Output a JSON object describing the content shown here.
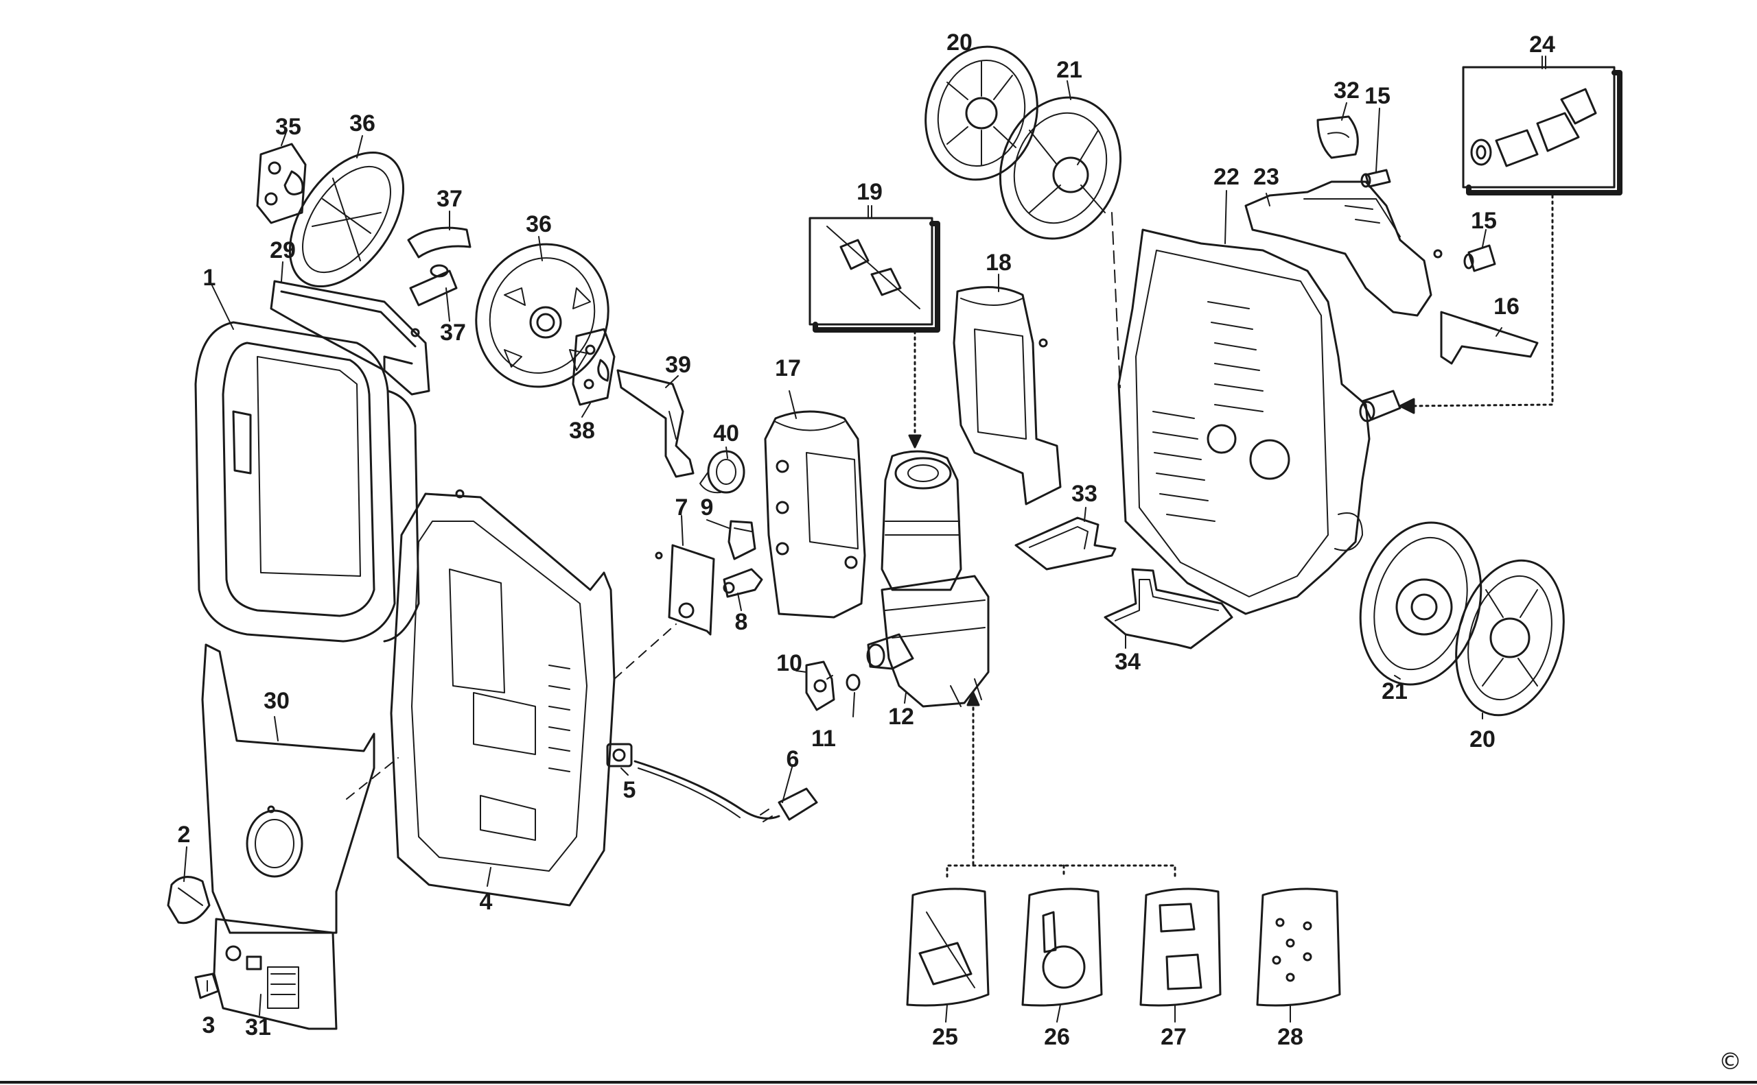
{
  "diagram": {
    "labels": {
      "p1": "1",
      "p2": "2",
      "p3": "3",
      "p4": "4",
      "p5": "5",
      "p6": "6",
      "p7": "7",
      "p8": "8",
      "p9": "9",
      "p10": "10",
      "p11": "11",
      "p12": "12",
      "p15a": "15",
      "p15b": "15",
      "p16": "16",
      "p17": "17",
      "p18": "18",
      "p19": "19",
      "p20a": "20",
      "p20b": "20",
      "p21a": "21",
      "p21b": "21",
      "p22": "22",
      "p23": "23",
      "p24": "24",
      "p25": "25",
      "p26": "26",
      "p27": "27",
      "p28": "28",
      "p29": "29",
      "p30": "30",
      "p31": "31",
      "p32": "32",
      "p33": "33",
      "p34": "34",
      "p35": "35",
      "p36a": "36",
      "p36b": "36",
      "p37a": "37",
      "p37b": "37",
      "p38": "38",
      "p39": "39",
      "p40": "40"
    },
    "copyright": "©",
    "colors": {
      "line": "#1a1a1a",
      "background": "#ffffff"
    }
  }
}
